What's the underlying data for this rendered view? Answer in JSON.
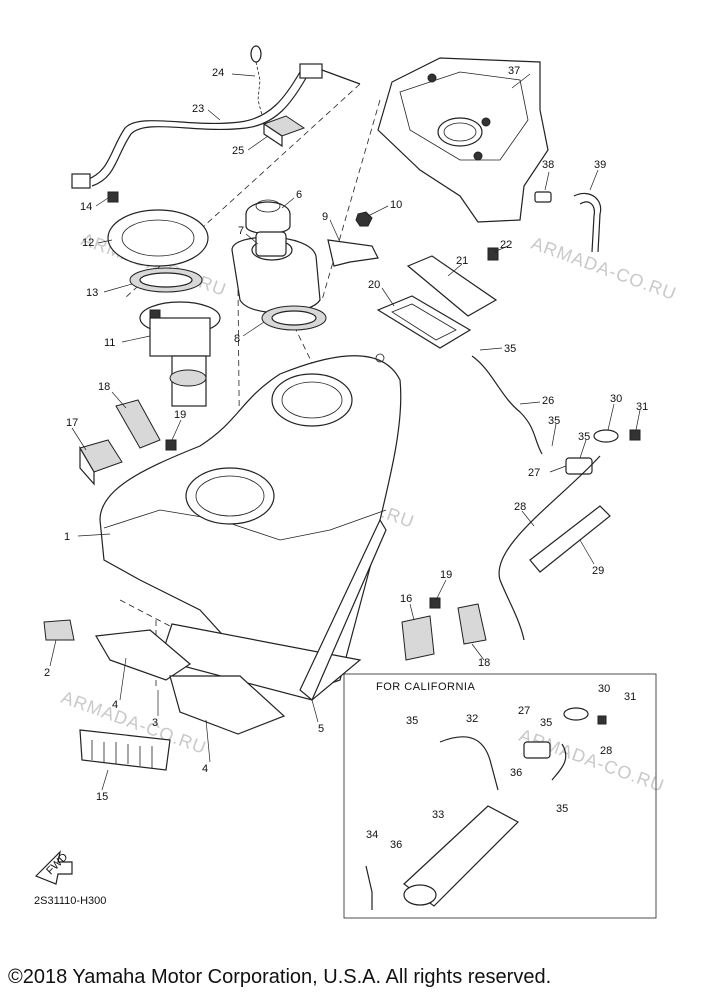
{
  "watermark": "ARMADA-CO.RU",
  "inset_title": "FOR CALIFORNIA",
  "diagram_code": "2S31110-H300",
  "fwd_label": "FWD",
  "copyright": "©2018 Yamaha Motor Corporation, U.S.A. All rights reserved.",
  "callouts": [
    "1",
    "2",
    "3",
    "4",
    "4",
    "5",
    "6",
    "7",
    "8",
    "9",
    "10",
    "11",
    "12",
    "13",
    "14",
    "15",
    "16",
    "17",
    "18",
    "18",
    "19",
    "19",
    "20",
    "21",
    "22",
    "23",
    "24",
    "25",
    "26",
    "27",
    "28",
    "29",
    "30",
    "31",
    "35",
    "35",
    "35",
    "37",
    "38",
    "39"
  ],
  "inset_callouts": [
    "27",
    "28",
    "30",
    "31",
    "32",
    "33",
    "34",
    "35",
    "35",
    "35",
    "36",
    "36"
  ]
}
